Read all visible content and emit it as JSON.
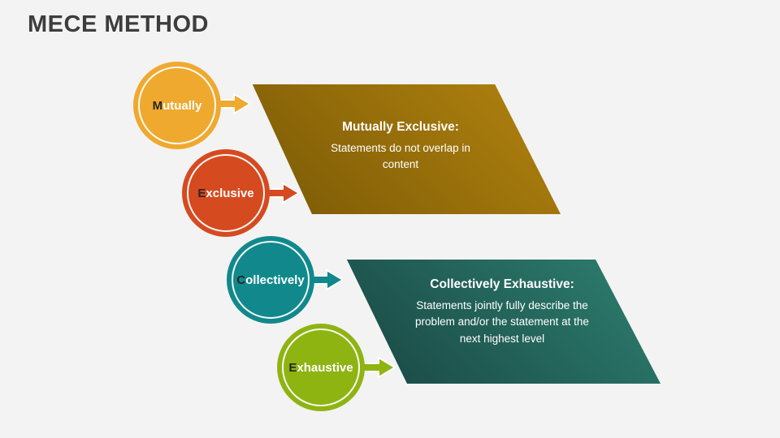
{
  "slide": {
    "title": "MECE METHOD",
    "background": "#F3F3F3"
  },
  "circles": [
    {
      "first": "M",
      "rest": "utually",
      "label": "Mutually",
      "color": "#EFA92F"
    },
    {
      "first": "E",
      "rest": "xclusive",
      "label": "Exclusive",
      "color": "#D64A20"
    },
    {
      "first": "C",
      "rest": "ollectively",
      "label": "Collectively",
      "color": "#11898C"
    },
    {
      "first": "E",
      "rest": "xhaustive",
      "label": "Exhaustive",
      "color": "#8EB412"
    }
  ],
  "panels": [
    {
      "heading": "Mutually Exclusive:",
      "body": "Statements do not overlap in content",
      "gradient_light": "#B2830F",
      "gradient_dark": "#825F07"
    },
    {
      "heading": "Collectively Exhaustive:",
      "body": "Statements jointly fully describe the problem and/or the statement at the next highest level",
      "gradient_light": "#2E8070",
      "gradient_dark": "#1C4F49"
    }
  ]
}
